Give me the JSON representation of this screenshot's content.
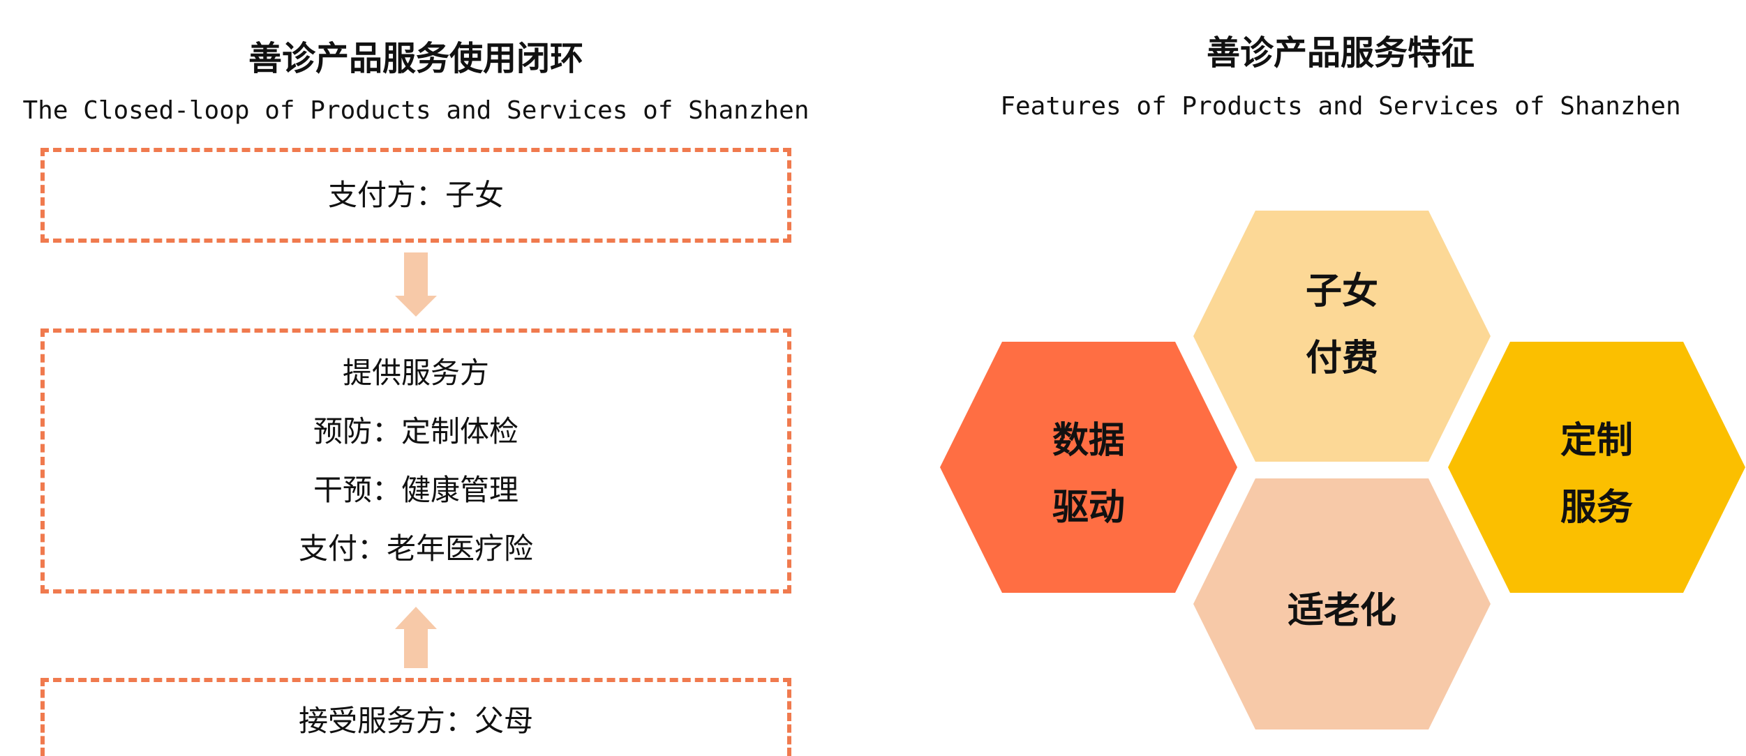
{
  "left_panel": {
    "title": "善诊产品服务使用闭环",
    "subtitle": "The Closed-loop of Products and Services of Shanzhen",
    "payer": "支付方：子女",
    "provider": {
      "heading": "提供服务方",
      "items": [
        "预防：定制体检",
        "干预：健康管理",
        "支付：老年医疗险"
      ]
    },
    "receiver": "接受服务方：父母"
  },
  "right_panel": {
    "title": "善诊产品服务特征",
    "subtitle": "Features of Products and Services of Shanzhen",
    "hexagons": [
      {
        "lines": [
          "子女",
          "付费"
        ],
        "color": "#fcd896"
      },
      {
        "lines": [
          "数据",
          "驱动"
        ],
        "color": "#ff6e43"
      },
      {
        "lines": [
          "定制",
          "服务"
        ],
        "color": "#fbbf00"
      },
      {
        "lines": [
          "适老化"
        ],
        "color": "#f7c9a8"
      }
    ]
  },
  "colors": {
    "dashed_border": "#f07a4e",
    "arrow": "#f7c9a8"
  }
}
